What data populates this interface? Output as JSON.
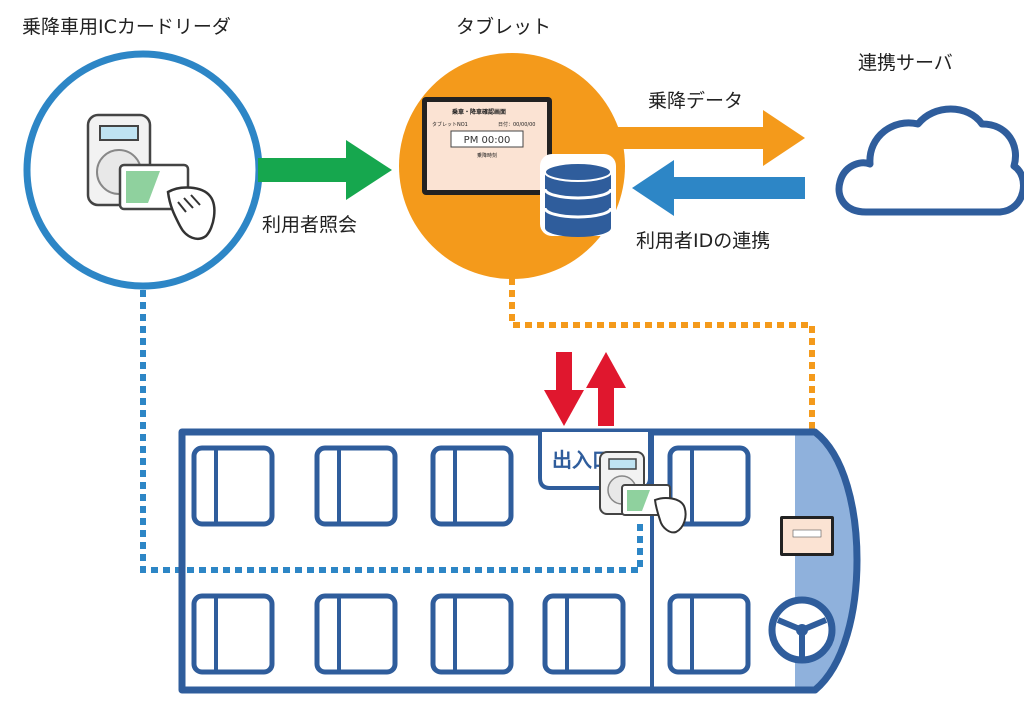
{
  "labels": {
    "reader": "乗降車用ICカードリーダ",
    "tablet": "タブレット",
    "server": "連携サーバ",
    "ride_data": "乗降データ",
    "user_inquiry": "利用者照会",
    "user_id_sync": "利用者IDの連携",
    "entrance": "出入口"
  },
  "tablet_screen": {
    "header": "乗車・降車確認画面",
    "tablet_no": "タブレットNO1",
    "date": "日付：00/00/00",
    "clock": "PM 00:00",
    "footer": "乗降時刻"
  },
  "colors": {
    "blue": "#2f5d9c",
    "light_blue": "#2d86c6",
    "green": "#16a74e",
    "orange": "#f49a1b",
    "red": "#e0172e",
    "bus_front": "#8fb1dc"
  }
}
